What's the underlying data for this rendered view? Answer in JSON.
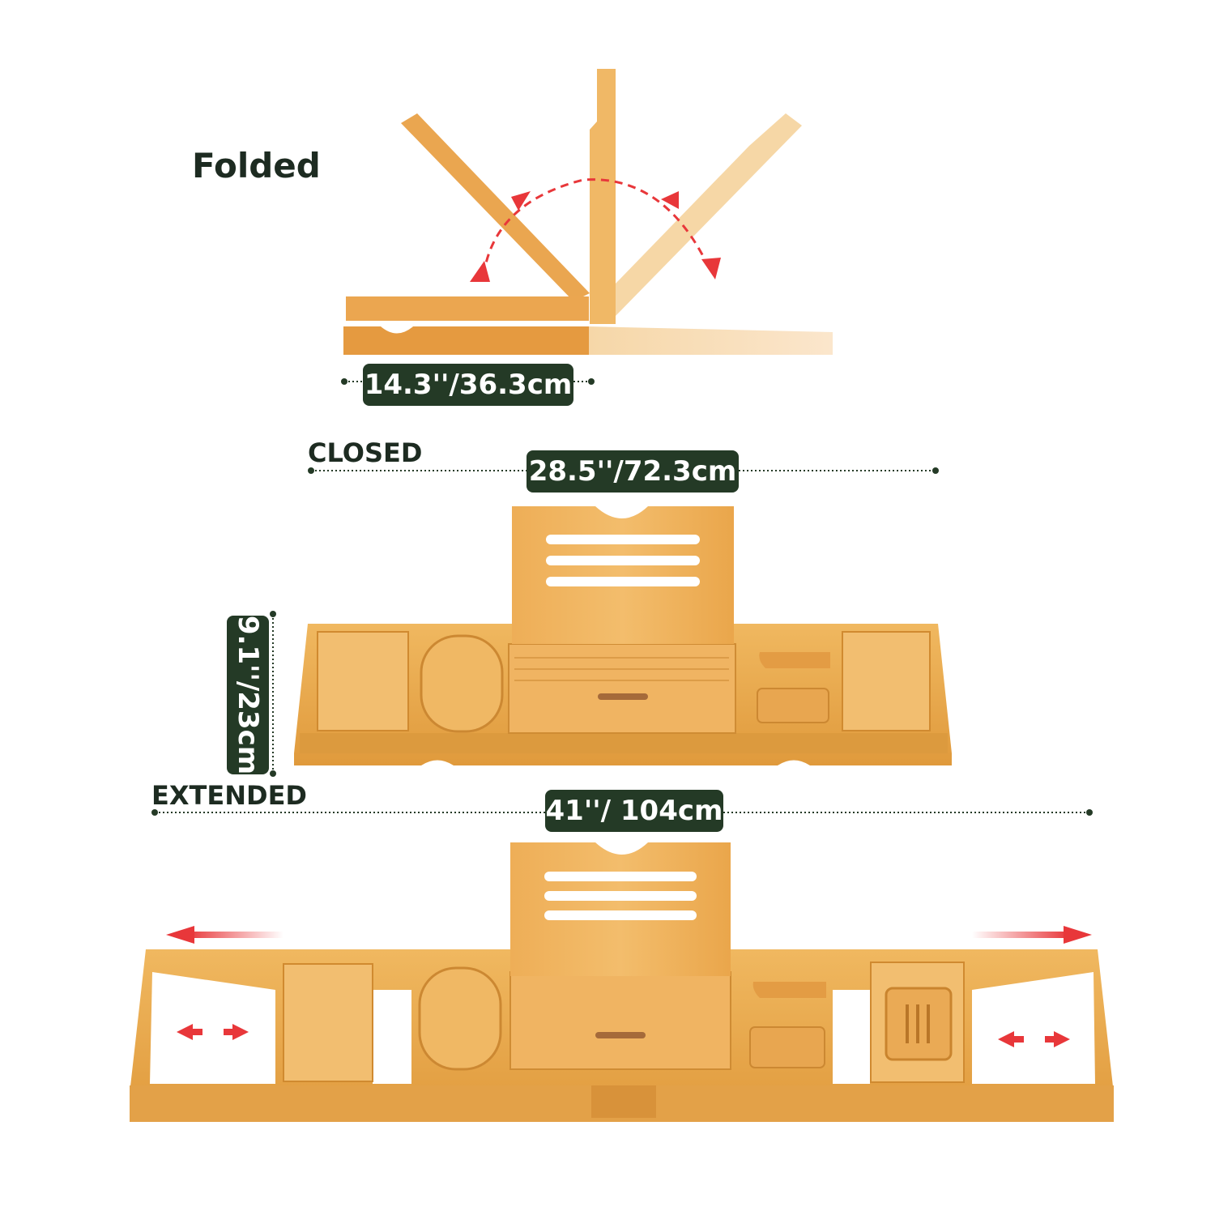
{
  "labels": {
    "folded": "Folded",
    "closed": "CLOSED",
    "extended": "EXTENDED"
  },
  "dimensions": {
    "folded_width": "14.3''/36.3cm",
    "closed_length": "28.5''/72.3cm",
    "height": "9.1''/23cm",
    "extended_length": "41''/ 104cm"
  },
  "colors": {
    "badge_bg": "#243a26",
    "wood": "#e8a84a",
    "wood_light": "#f3c98a",
    "arrow_red": "#e8373a"
  }
}
